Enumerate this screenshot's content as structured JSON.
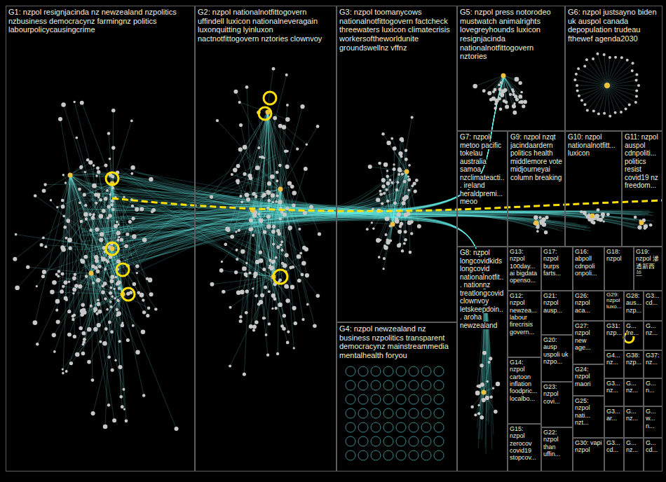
{
  "diagram": {
    "nodes": [
      {
        "text": [
          "G1: nzpol resignjacinda nz newzealand nzpolitics nzbusiness democracynz farmingnz politics labourpolicycausingcrime"
        ]
      },
      {
        "text": [
          "G2: nzpol nationalnotfittogovern uffindell luxicon nationalneveragain luxonquitting lyinluxon nactnotfittogovern nztories clownvoy"
        ]
      },
      {
        "text": [
          "G3: nzpol toomanycows nationalnotfittogovern factcheck threewaters luxicon climatecrisis workersoftheworldunite groundswellnz vffnz"
        ]
      },
      {
        "text": [
          "G5: nzpol press notorodeo mustwatch animalrights lovegreyhounds luxicon resignjacinda nationalnotfittogovern nztories"
        ]
      },
      {
        "text": [
          "G6: nzpol justsayno biden uk auspol canada depopulation trudeau fthewef agenda2030"
        ]
      },
      {
        "text": [
          "G7: nzpol metoo pacific tokelau australia samoa nzclimateacti... ireland heraldpremi... meoo"
        ]
      },
      {
        "text": [
          "G9: nzpol nzqt jacindaardern politics health middlemore vote midjourneyai column breaking"
        ]
      },
      {
        "text": [
          "G10: nzpol nationalnotfitt... luxicon"
        ]
      },
      {
        "text": [
          "G11: nzpol auspol cdnpoliti... politics resist covid19 nz freedom..."
        ]
      },
      {
        "text": [
          "G4: nzpol newzealand nz business nzpolitics transparent democracynz mainstreammedia mentalhealth foryou"
        ]
      },
      {
        "text": [
          "G8: nzpol longcovidkids longcovid nationalnotfit... nationnz treatlongcovid clownvoy letskeepdoin... aroha newzealand"
        ]
      },
      {
        "text": [
          "G13: nzpol 100day... ai bigdata openso..."
        ]
      },
      {
        "text": [
          "G17: nzpol burps farts..."
        ]
      },
      {
        "text": [
          "G16: abpoll cdnpoli onpoli..."
        ]
      },
      {
        "text": [
          "G18: nzpol"
        ]
      },
      {
        "text": [
          "G19: nzpol 滲透新西兰"
        ]
      },
      {
        "text": [
          "G12: nzpol newzea... labour firecrisis govern..."
        ]
      },
      {
        "text": [
          "G21: nzpol ausp..."
        ]
      },
      {
        "text": [
          "G26: nzpol aca..."
        ]
      },
      {
        "text": [
          "G29: nzpol luxo..."
        ]
      },
      {
        "text": [
          "G28: aus... nzp..."
        ]
      },
      {
        "text": [
          "G3... cd..."
        ]
      },
      {
        "text": [
          "G27: nzpol new age..."
        ]
      },
      {
        "text": [
          "G31: nzp..."
        ]
      },
      {
        "text": [
          "G... fre..."
        ]
      },
      {
        "text": [
          "G... nz..."
        ]
      },
      {
        "text": [
          "G20: ausp uspoli uk nzpo..."
        ]
      },
      {
        "text": [
          "G4... nz..."
        ]
      },
      {
        "text": [
          "G38: nzp..."
        ]
      },
      {
        "text": [
          "G37: nz..."
        ]
      },
      {
        "text": [
          "G14: nzpol cartoon inflation foodpric... localbo..."
        ]
      },
      {
        "text": [
          "G24: nzpol maori"
        ]
      },
      {
        "text": [
          "G3... nz..."
        ]
      },
      {
        "text": [
          "G... nz..."
        ]
      },
      {
        "text": [
          "G... n..."
        ]
      },
      {
        "text": [
          "G23: nzpol covi..."
        ]
      },
      {
        "text": [
          "G25: nzpol nati... nzt..."
        ]
      },
      {
        "text": [
          "G3... ar..."
        ]
      },
      {
        "text": [
          "G... nz..."
        ]
      },
      {
        "text": [
          "G... w... n..."
        ]
      },
      {
        "text": [
          "G15: nzpol zerocov covid19 stopcov..."
        ]
      },
      {
        "text": [
          "G22: nzpol than uffin..."
        ]
      },
      {
        "text": [
          "G30: vapi nzpol"
        ]
      },
      {
        "text": [
          "G3... cd..."
        ]
      },
      {
        "text": [
          "G... nz..."
        ]
      },
      {
        "text": [
          "G... cd..."
        ]
      }
    ]
  }
}
